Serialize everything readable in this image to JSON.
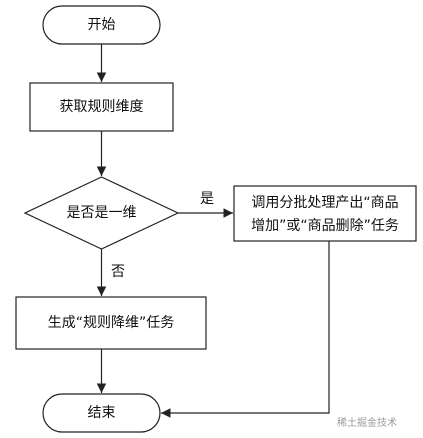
{
  "nodes": {
    "start": {
      "label": "开始"
    },
    "get_rule_dims": {
      "label": "获取规则维度"
    },
    "is_one_dim": {
      "label": "是否是一维"
    },
    "batch_task": {
      "line1": "调用分批处理产出“商品",
      "line2": "增加”或“商品删除”任务"
    },
    "gen_reduce_task": {
      "label": "生成“规则降维”任务"
    },
    "end": {
      "label": "结束"
    }
  },
  "edges": {
    "yes_label": "是",
    "no_label": "否"
  },
  "watermark": "稀土掘金技术"
}
